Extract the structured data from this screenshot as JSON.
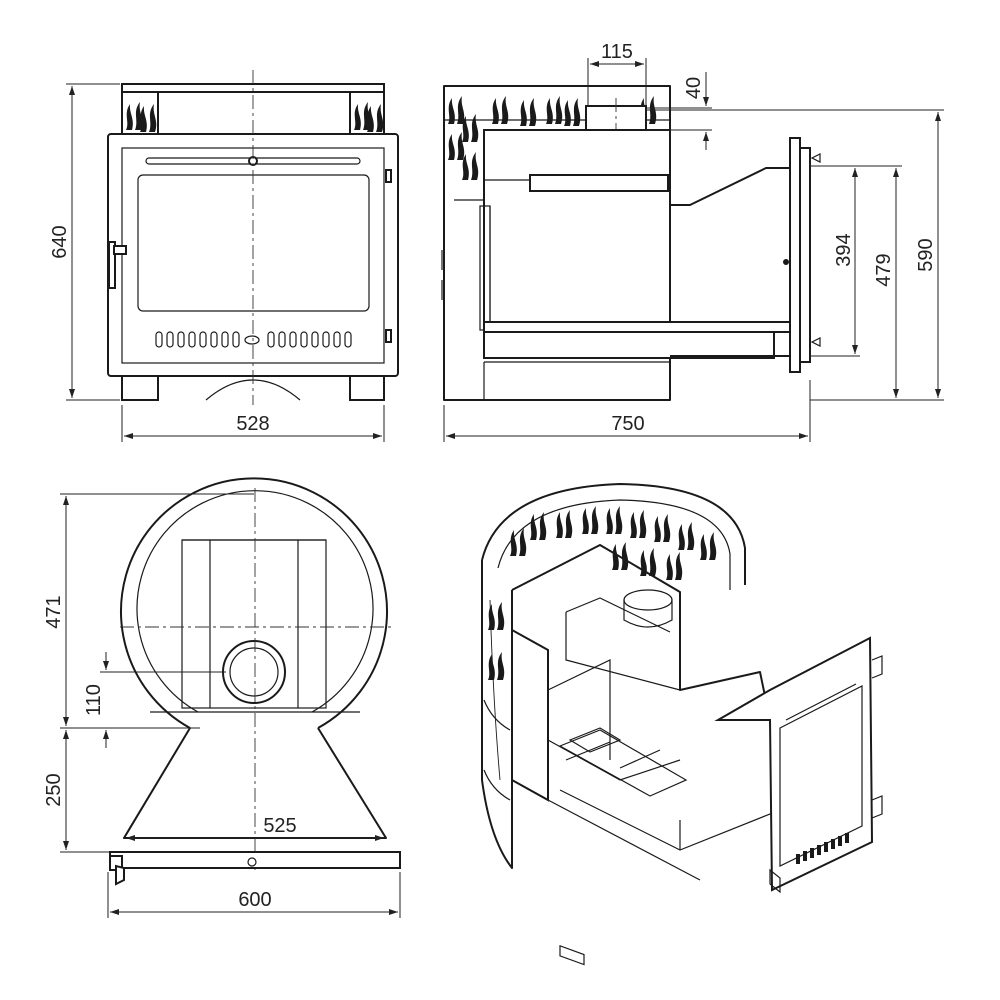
{
  "dimensions": {
    "front_height": "640",
    "front_width": "528",
    "side_length": "750",
    "chimney_diameter": "115",
    "top_offset": "40",
    "door_394": "394",
    "door_479": "479",
    "side_height_590": "590",
    "plan_depth_471": "471",
    "flue_offset_110": "110",
    "tunnel_length_250": "250",
    "tunnel_width_525": "525",
    "door_frame_600": "600"
  }
}
